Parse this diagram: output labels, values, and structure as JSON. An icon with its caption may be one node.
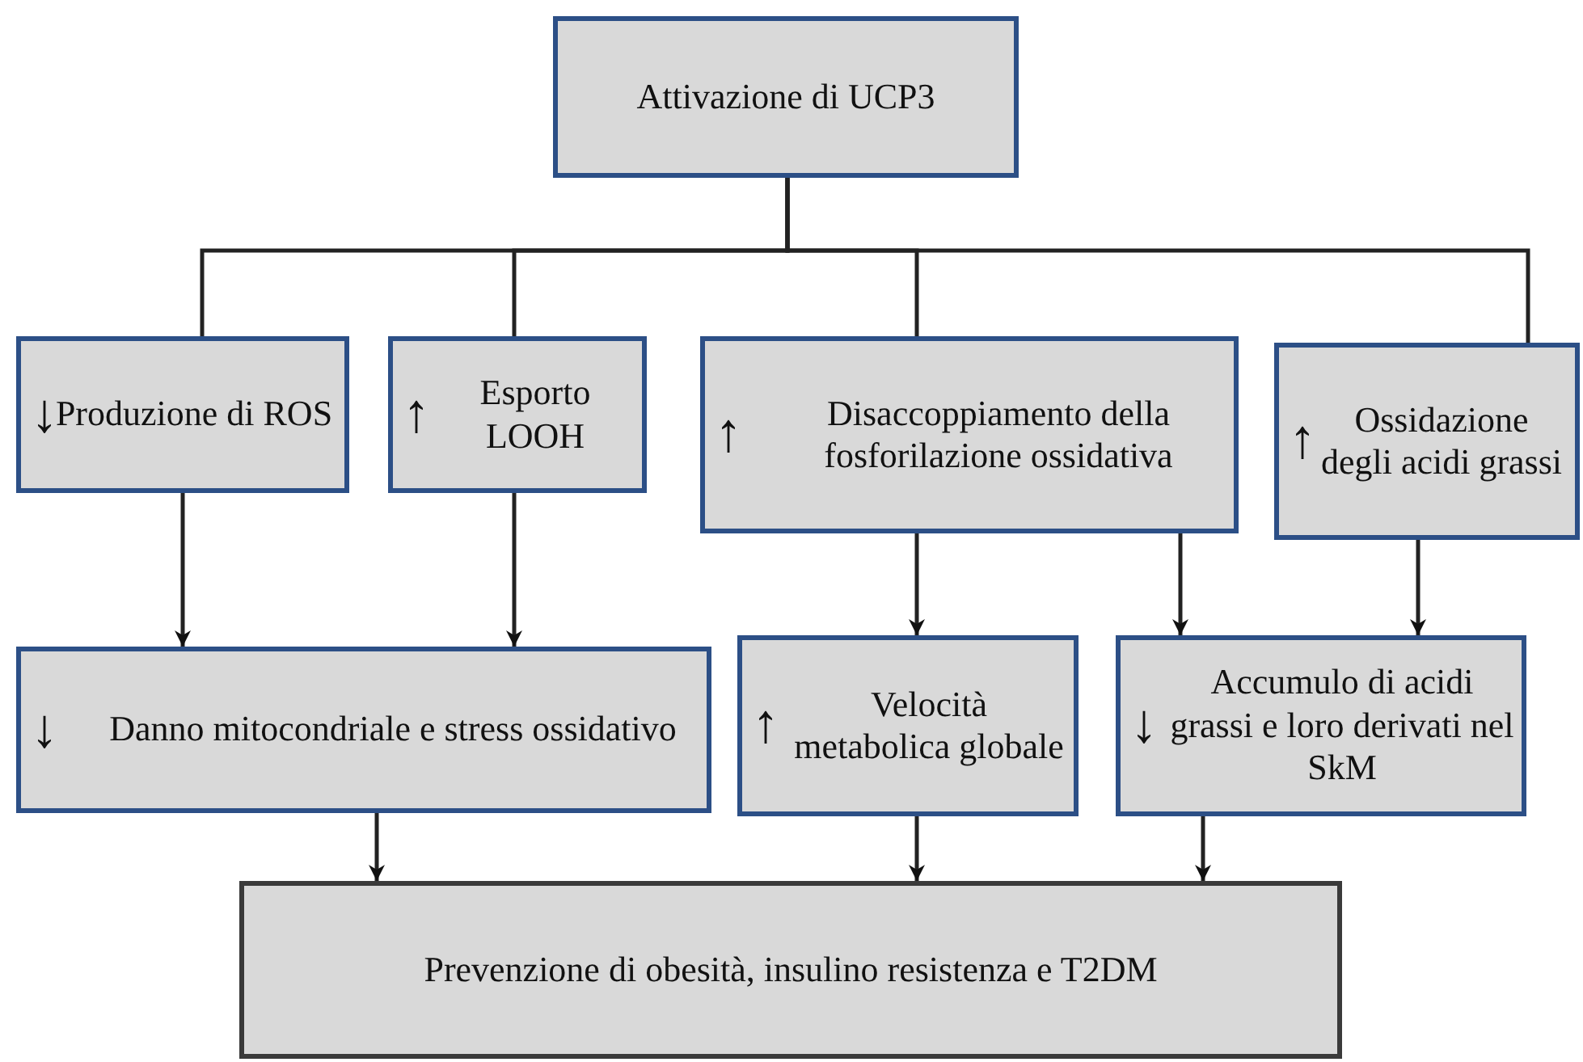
{
  "diagram": {
    "nodes": [
      {
        "text": [
          "Attivazione di UCP3"
        ]
      },
      {
        "text": [
          "↓",
          "Produzione di ROS"
        ]
      },
      {
        "text": [
          "↑",
          "Esporto LOOH"
        ]
      },
      {
        "text": [
          "↑",
          "Disaccoppiamento della fosforilazione ossidativa"
        ]
      },
      {
        "text": [
          "↑",
          "Ossidazione degli acidi grassi"
        ]
      },
      {
        "text": [
          "↓",
          "Danno mitocondriale e stress ossidativo"
        ]
      },
      {
        "text": [
          "↑",
          "Velocità metabolica globale"
        ]
      },
      {
        "text": [
          "↓",
          "Accumulo di acidi grassi e loro derivati nel SkM"
        ]
      },
      {
        "text": [
          "Prevenzione di obesità, insulino resistenza e T2DM"
        ]
      }
    ],
    "edges": [
      {
        "from": 0,
        "to": 1,
        "arrow": "none"
      },
      {
        "from": 0,
        "to": 2,
        "arrow": "none"
      },
      {
        "from": 0,
        "to": 3,
        "arrow": "none"
      },
      {
        "from": 0,
        "to": 4,
        "arrow": "none"
      },
      {
        "from": 1,
        "to": 5,
        "arrow": "to"
      },
      {
        "from": 2,
        "to": 5,
        "arrow": "to"
      },
      {
        "from": 3,
        "to": 6,
        "arrow": "to"
      },
      {
        "from": 3,
        "to": 7,
        "arrow": "to"
      },
      {
        "from": 4,
        "to": 7,
        "arrow": "to"
      },
      {
        "from": 5,
        "to": 8,
        "arrow": "to"
      },
      {
        "from": 6,
        "to": 8,
        "arrow": "to"
      },
      {
        "from": 7,
        "to": 8,
        "arrow": "to"
      }
    ]
  }
}
